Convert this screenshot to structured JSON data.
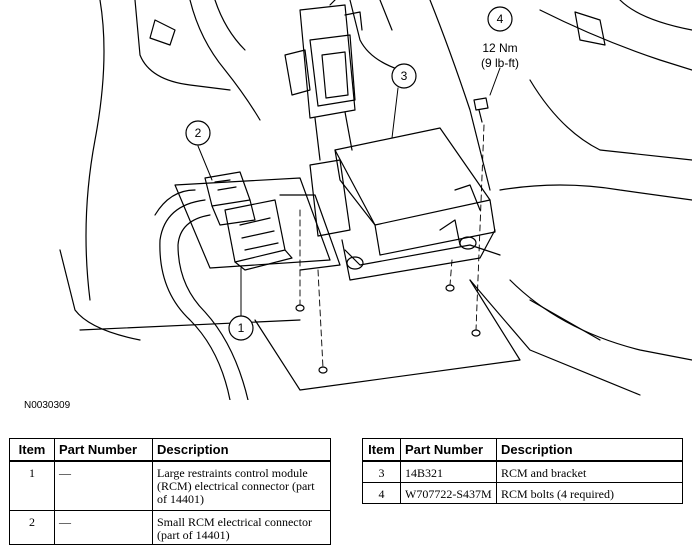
{
  "diagram": {
    "callouts": [
      {
        "label": "1"
      },
      {
        "label": "2"
      },
      {
        "label": "3"
      },
      {
        "label": "4"
      }
    ],
    "torque_line1": "12 Nm",
    "torque_line2": "(9 lb-ft)",
    "figure_id": "N0030309"
  },
  "tables": {
    "left": {
      "headers": {
        "item": "Item",
        "part_number": "Part Number",
        "description": "Description"
      },
      "rows": [
        {
          "item": "1",
          "part_number": "—",
          "description": "Large restraints control module (RCM) electrical connector (part of 14401)"
        },
        {
          "item": "2",
          "part_number": "—",
          "description": "Small RCM electrical connector (part of 14401)"
        }
      ]
    },
    "right": {
      "headers": {
        "item": "Item",
        "part_number": "Part Number",
        "description": "Description"
      },
      "rows": [
        {
          "item": "3",
          "part_number": "14B321",
          "description": "RCM and bracket"
        },
        {
          "item": "4",
          "part_number": "W707722-S437M",
          "description": "RCM bolts (4 required)"
        }
      ]
    }
  }
}
